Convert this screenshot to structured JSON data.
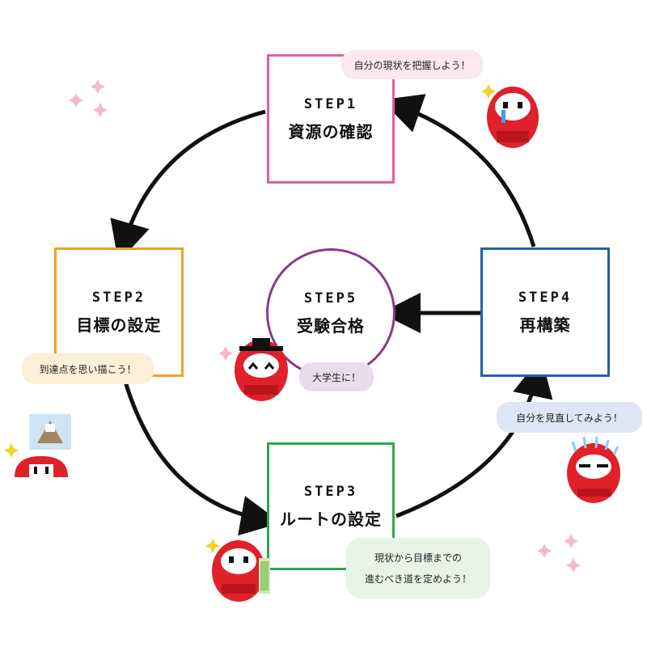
{
  "colors": {
    "step1": "#e0609d",
    "step2": "#efa21f",
    "step3": "#2ea84a",
    "step4": "#1e63a8",
    "step5": "#8a3a8a",
    "arrow": "#111111",
    "daruma_red": "#e0202a",
    "sparkle_pink": "#f6b7cf"
  },
  "steps": {
    "step1": {
      "label": "STEP1",
      "title": "資源の確認"
    },
    "step2": {
      "label": "STEP2",
      "title": "目標の設定"
    },
    "step3": {
      "label": "STEP3",
      "title": "ルートの設定"
    },
    "step4": {
      "label": "STEP4",
      "title": "再構築"
    },
    "step5": {
      "label": "STEP5",
      "title": "受験合格"
    }
  },
  "bubbles": {
    "step1": "自分の現状を把握しよう！",
    "step2": "到達点を思い描こう！",
    "step3_line1": "現状から目標までの",
    "step3_line2": "進むべき道を定めよう！",
    "step4": "自分を見直してみよう！",
    "step5": "大学生に！"
  },
  "icons": [
    "daruma-crying-icon",
    "daruma-happy-icon",
    "daruma-book-icon",
    "daruma-frustrated-icon",
    "daruma-graduate-icon",
    "daruma-thinking-icon",
    "sparkle-icon"
  ]
}
